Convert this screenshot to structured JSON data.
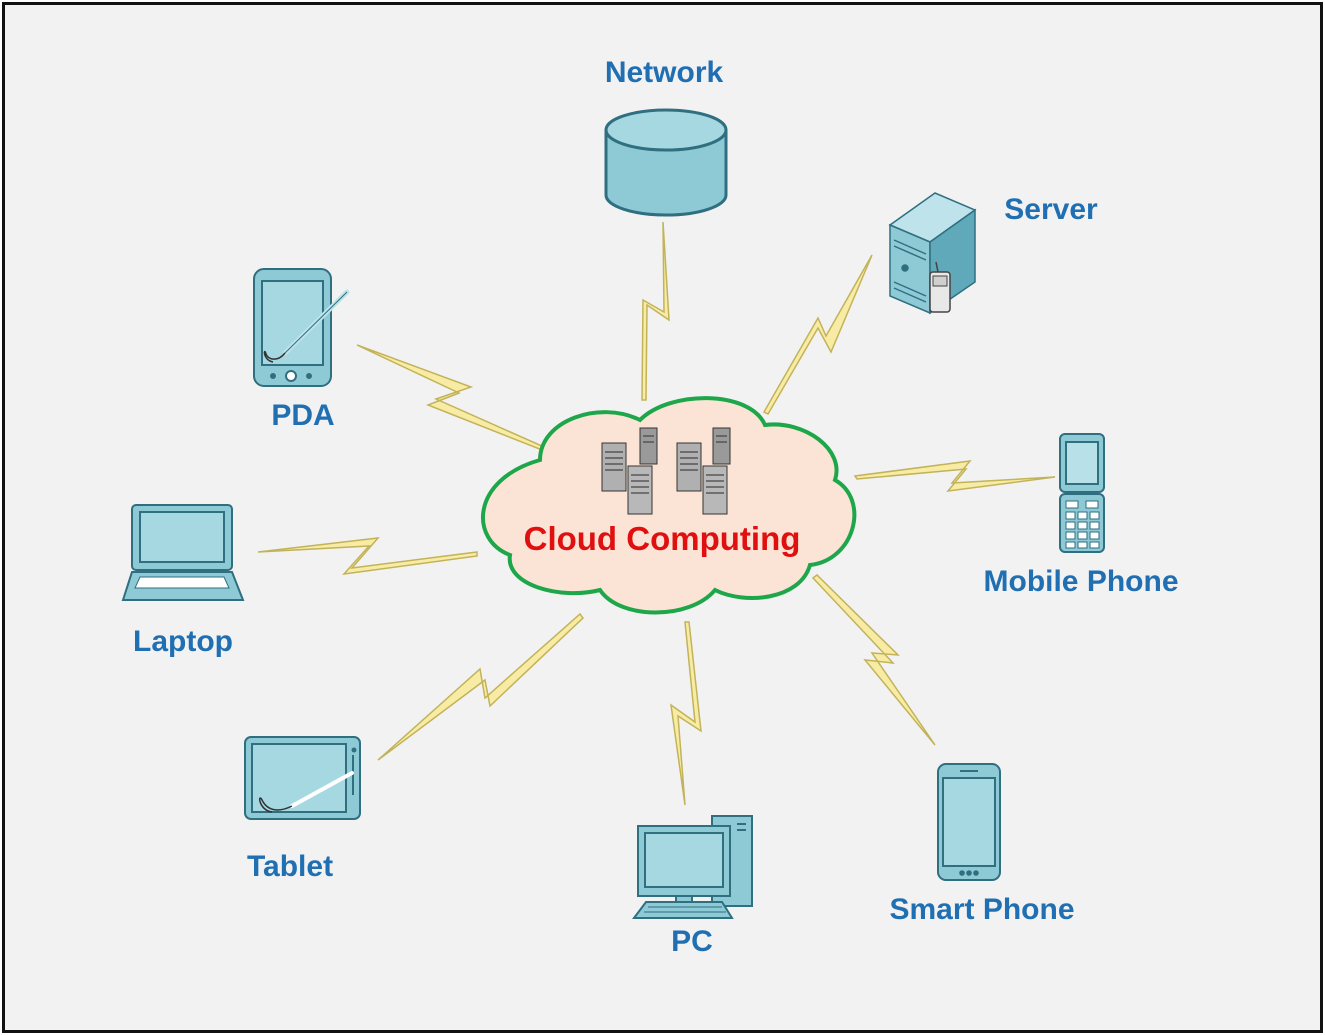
{
  "colors": {
    "label": "#1f6fb2",
    "center_label": "#e01010",
    "device_fill": "#8ecad6",
    "device_stroke": "#3a7c8c",
    "bolt_fill": "#f8eca4",
    "bolt_stroke": "#c2b35a",
    "cloud_fill": "#fbe4d6",
    "cloud_stroke": "#1ea64a",
    "background": "#f2f2f2"
  },
  "center": {
    "label": "Cloud Computing",
    "icon": "server-rack-icon"
  },
  "nodes": [
    {
      "id": "network",
      "label": "Network",
      "icon": "database-cylinder-icon"
    },
    {
      "id": "server",
      "label": "Server",
      "icon": "server-tower-icon"
    },
    {
      "id": "mobile-phone",
      "label": "Mobile Phone",
      "icon": "flip-phone-icon"
    },
    {
      "id": "smart-phone",
      "label": "Smart Phone",
      "icon": "smartphone-icon"
    },
    {
      "id": "pc",
      "label": "PC",
      "icon": "desktop-pc-icon"
    },
    {
      "id": "tablet",
      "label": "Tablet",
      "icon": "tablet-icon"
    },
    {
      "id": "laptop",
      "label": "Laptop",
      "icon": "laptop-icon"
    },
    {
      "id": "pda",
      "label": "PDA",
      "icon": "pda-icon"
    }
  ]
}
